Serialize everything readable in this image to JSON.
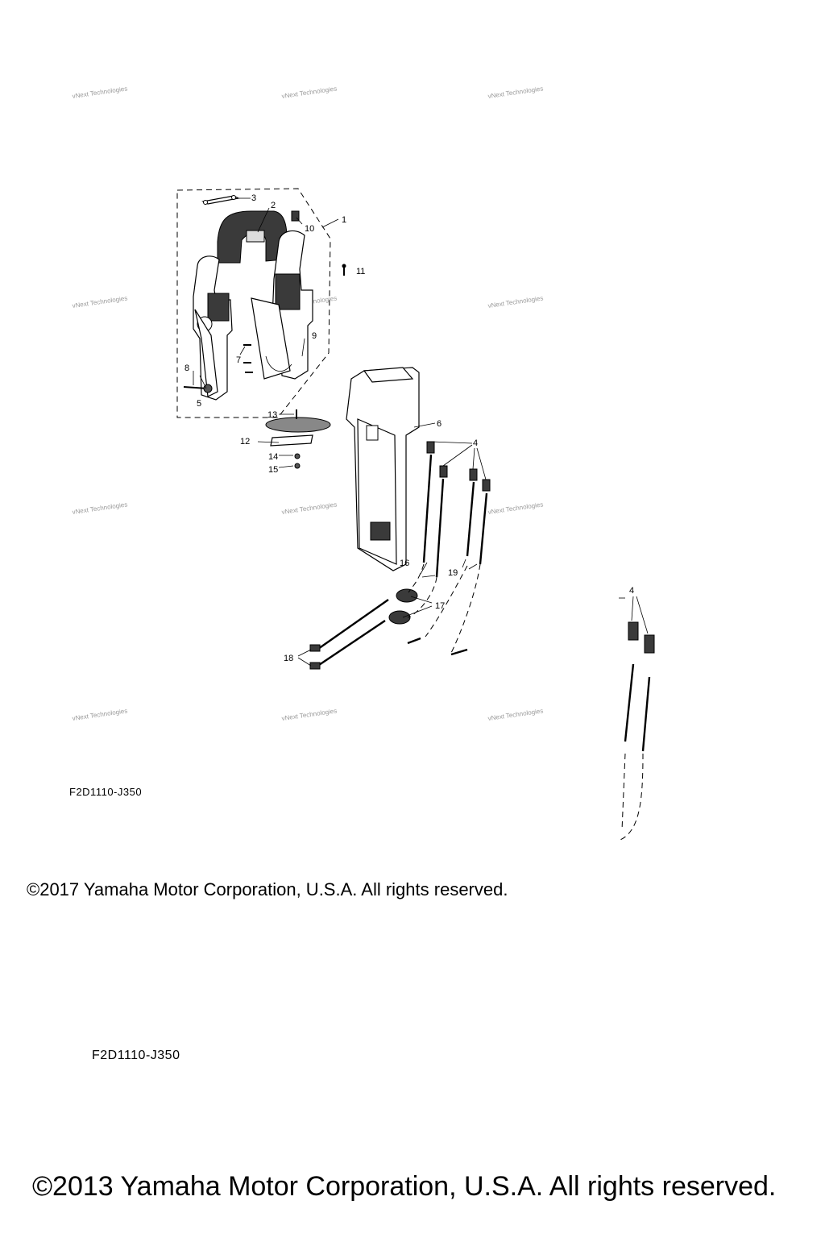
{
  "watermark": {
    "text": "vNext Technologies"
  },
  "callouts": {
    "p1": "1",
    "p2": "2",
    "p3": "3",
    "p4": "4",
    "p5": "5",
    "p6": "6",
    "p7": "7",
    "p8": "8",
    "p9": "9",
    "p10": "10",
    "p11": "11",
    "p12": "12",
    "p13": "13",
    "p14": "14",
    "p15": "15",
    "p16": "16",
    "p17": "17",
    "p18": "18",
    "p19": "19",
    "p4_inset": "4"
  },
  "footer": {
    "code_small": "F2D1110-J350",
    "copyright_small": "©2017 Yamaha Motor Corporation, U.S.A. All rights reserved.",
    "code_large": "F2D1110-J350",
    "copyright_large": "©2013 Yamaha Motor Corporation, U.S.A. All rights reserved."
  }
}
